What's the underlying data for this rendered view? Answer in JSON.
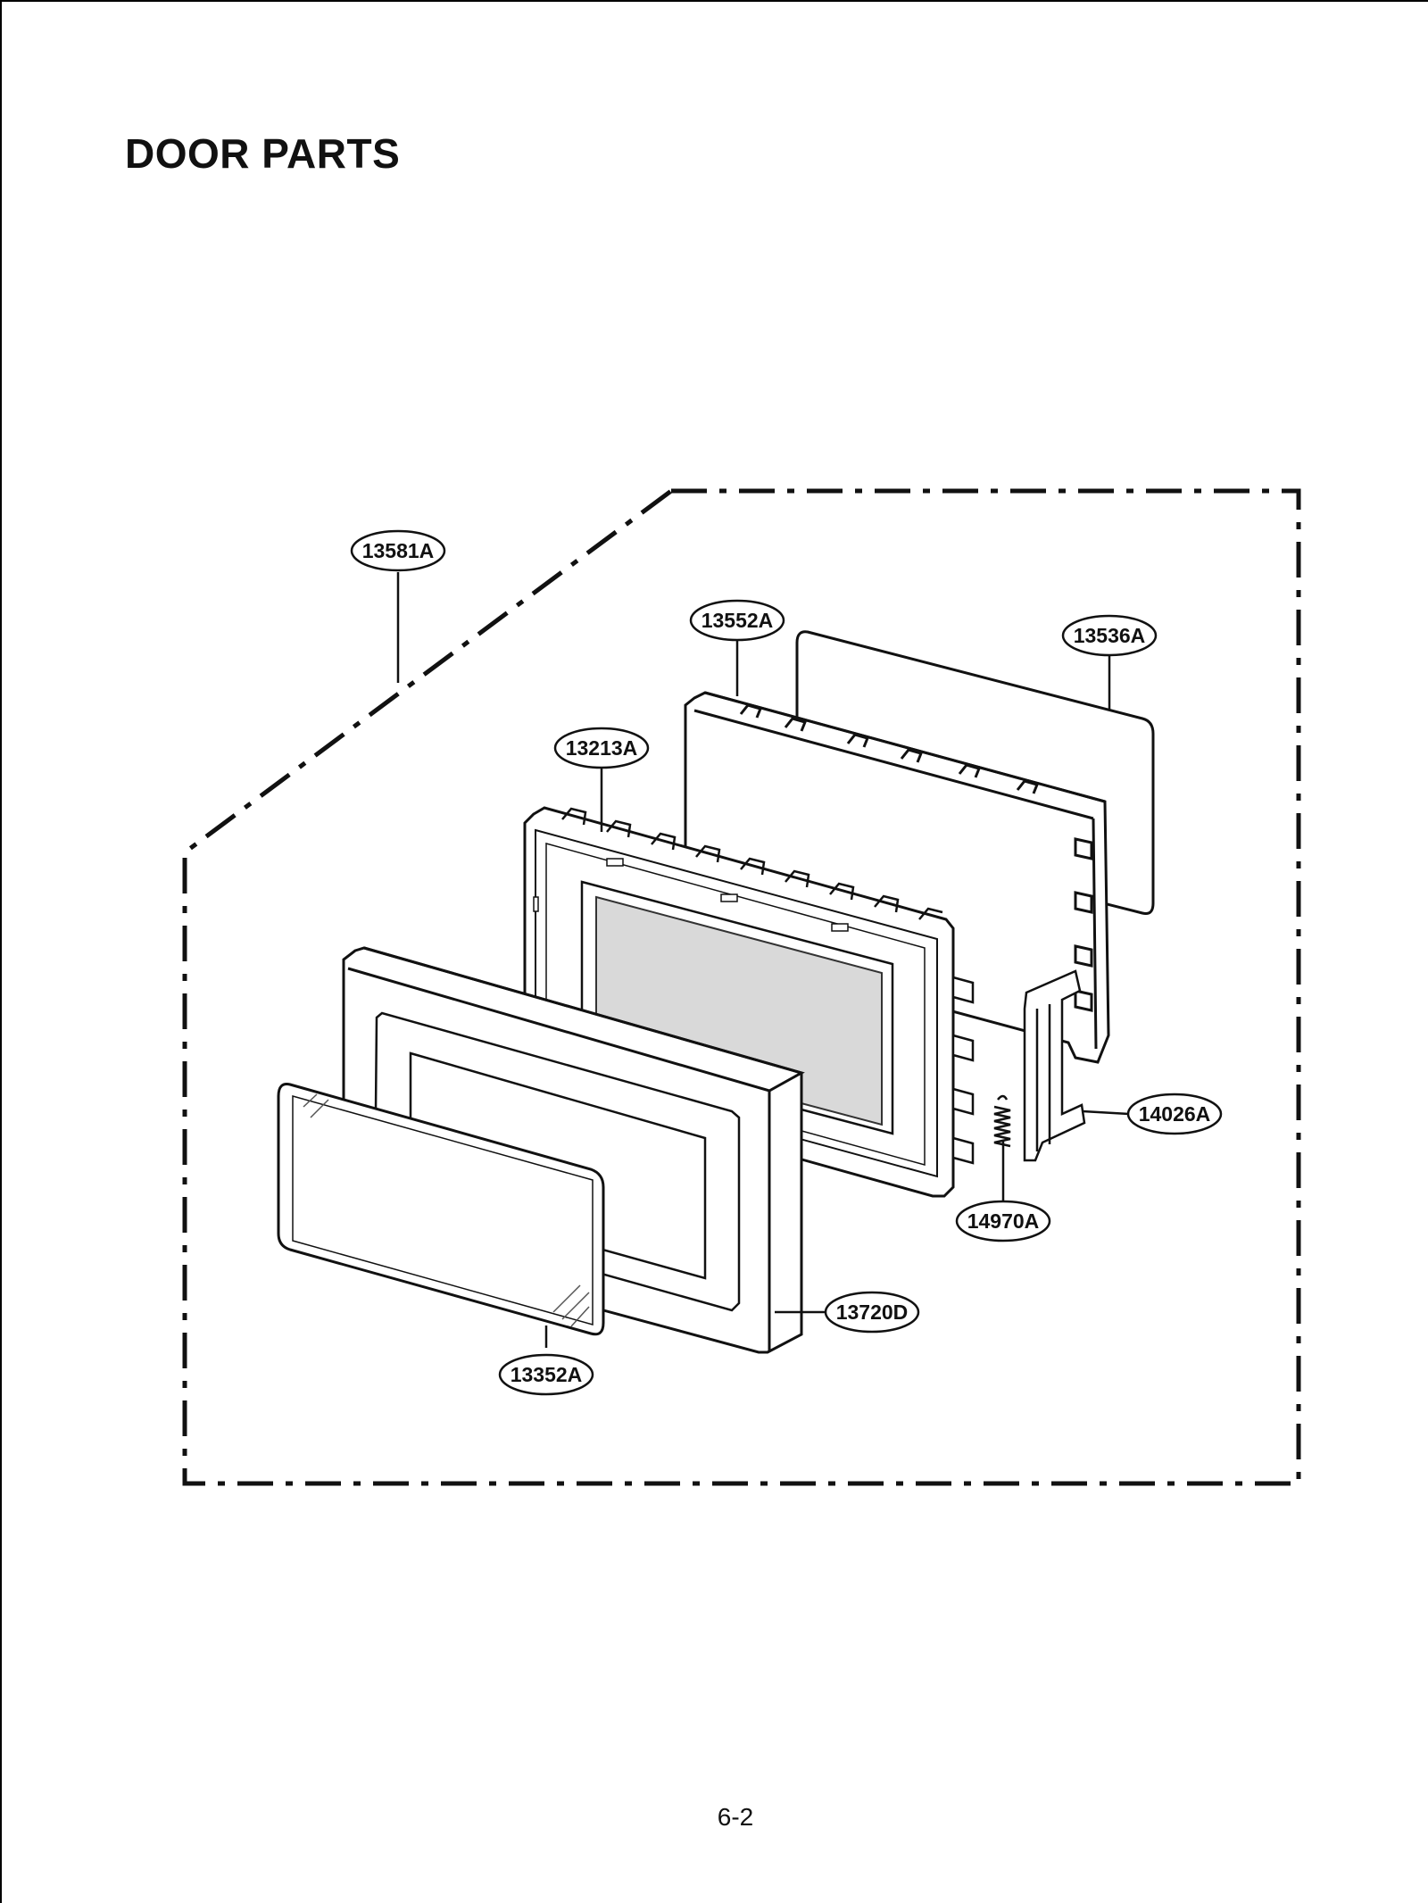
{
  "page": {
    "title": "DOOR PARTS",
    "page_number": "6-2"
  },
  "diagram": {
    "part_labels": {
      "p13581A": "13581A",
      "p13552A": "13552A",
      "p13536A": "13536A",
      "p13213A": "13213A",
      "p14026A": "14026A",
      "p14970A": "14970A",
      "p13720D": "13720D",
      "p13352A": "13352A"
    }
  }
}
